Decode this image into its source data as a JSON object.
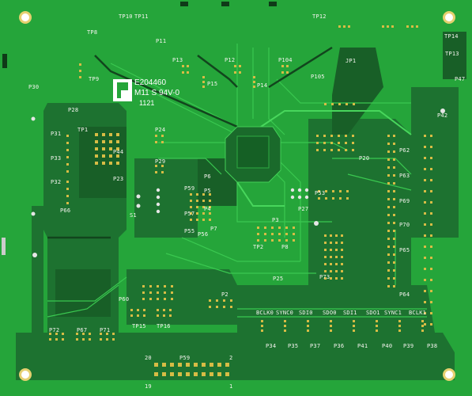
{
  "board": {
    "substrate_color": "#23a53a",
    "copper_pour_color": "#1c6e2c",
    "trace_color": "#37c64d",
    "silkscreen_color": "#f4f4ee",
    "pad_color": "#d4b840"
  },
  "markings": {
    "ul_number": "E204460",
    "flammability": "M11 S 94V-0",
    "date_code": "1121"
  },
  "silkscreen_labels": [
    {
      "id": "tp10",
      "text": "TP10"
    },
    {
      "id": "tp11",
      "text": "TP11"
    },
    {
      "id": "tp12",
      "text": "TP12"
    },
    {
      "id": "tp14",
      "text": "TP14"
    },
    {
      "id": "tp8",
      "text": "TP8"
    },
    {
      "id": "tp9",
      "text": "TP9"
    },
    {
      "id": "tp13",
      "text": "TP13"
    },
    {
      "id": "p11",
      "text": "P11"
    },
    {
      "id": "p13",
      "text": "P13"
    },
    {
      "id": "p12",
      "text": "P12"
    },
    {
      "id": "p104",
      "text": "P104"
    },
    {
      "id": "p105",
      "text": "P105"
    },
    {
      "id": "p15",
      "text": "P15"
    },
    {
      "id": "p14",
      "text": "P14"
    },
    {
      "id": "p47",
      "text": "P47"
    },
    {
      "id": "p30",
      "text": "P30"
    },
    {
      "id": "jp1",
      "text": "JP1"
    },
    {
      "id": "p28",
      "text": "P28"
    },
    {
      "id": "tp1",
      "text": "TP1"
    },
    {
      "id": "p31",
      "text": "P31"
    },
    {
      "id": "p24",
      "text": "P24"
    },
    {
      "id": "p44",
      "text": "P44"
    },
    {
      "id": "p42",
      "text": "P42"
    },
    {
      "id": "p33",
      "text": "P33"
    },
    {
      "id": "p29",
      "text": "P29"
    },
    {
      "id": "p23",
      "text": "P23"
    },
    {
      "id": "p32",
      "text": "P32"
    },
    {
      "id": "p6",
      "text": "P6"
    },
    {
      "id": "p5",
      "text": "P5"
    },
    {
      "id": "p4",
      "text": "P4"
    },
    {
      "id": "p59",
      "text": "P59"
    },
    {
      "id": "p57",
      "text": "P57"
    },
    {
      "id": "p55",
      "text": "P55"
    },
    {
      "id": "p56",
      "text": "P56"
    },
    {
      "id": "p7",
      "text": "P7"
    },
    {
      "id": "p66",
      "text": "P66"
    },
    {
      "id": "s1",
      "text": "S1"
    },
    {
      "id": "p3",
      "text": "P3"
    },
    {
      "id": "p8",
      "text": "P8"
    },
    {
      "id": "tp2",
      "text": "TP2"
    },
    {
      "id": "p25",
      "text": "P25"
    },
    {
      "id": "p53",
      "text": "P53"
    },
    {
      "id": "p20",
      "text": "P20"
    },
    {
      "id": "p62",
      "text": "P62"
    },
    {
      "id": "p63",
      "text": "P63"
    },
    {
      "id": "p69",
      "text": "P69"
    },
    {
      "id": "p70",
      "text": "P70"
    },
    {
      "id": "p65",
      "text": "P65"
    },
    {
      "id": "p64",
      "text": "P64"
    },
    {
      "id": "p73",
      "text": "P73"
    },
    {
      "id": "p60",
      "text": "P60"
    },
    {
      "id": "p2",
      "text": "P2"
    },
    {
      "id": "p27",
      "text": "P27"
    },
    {
      "id": "tp15",
      "text": "TP15"
    },
    {
      "id": "tp16",
      "text": "TP16"
    },
    {
      "id": "p72",
      "text": "P72"
    },
    {
      "id": "p67",
      "text": "P67"
    },
    {
      "id": "p71",
      "text": "P71"
    },
    {
      "id": "p34",
      "text": "P34"
    },
    {
      "id": "p35",
      "text": "P35"
    },
    {
      "id": "p37",
      "text": "P37"
    },
    {
      "id": "p36",
      "text": "P36"
    },
    {
      "id": "p41",
      "text": "P41"
    },
    {
      "id": "p40",
      "text": "P40"
    },
    {
      "id": "p39",
      "text": "P39"
    },
    {
      "id": "p38",
      "text": "P38"
    },
    {
      "id": "bclk0",
      "text": "BCLK0"
    },
    {
      "id": "sync0",
      "text": "SYNC0"
    },
    {
      "id": "sdi0",
      "text": "SDI0"
    },
    {
      "id": "sdo0",
      "text": "SDO0"
    },
    {
      "id": "sdi1",
      "text": "SDI1"
    },
    {
      "id": "sdo1",
      "text": "SDO1"
    },
    {
      "id": "sync1",
      "text": "SYNC1"
    },
    {
      "id": "bclk1",
      "text": "BCLK1"
    },
    {
      "id": "pin20",
      "text": "20"
    },
    {
      "id": "pin2",
      "text": "2"
    },
    {
      "id": "pin19",
      "text": "19"
    },
    {
      "id": "pin1",
      "text": "1"
    }
  ]
}
